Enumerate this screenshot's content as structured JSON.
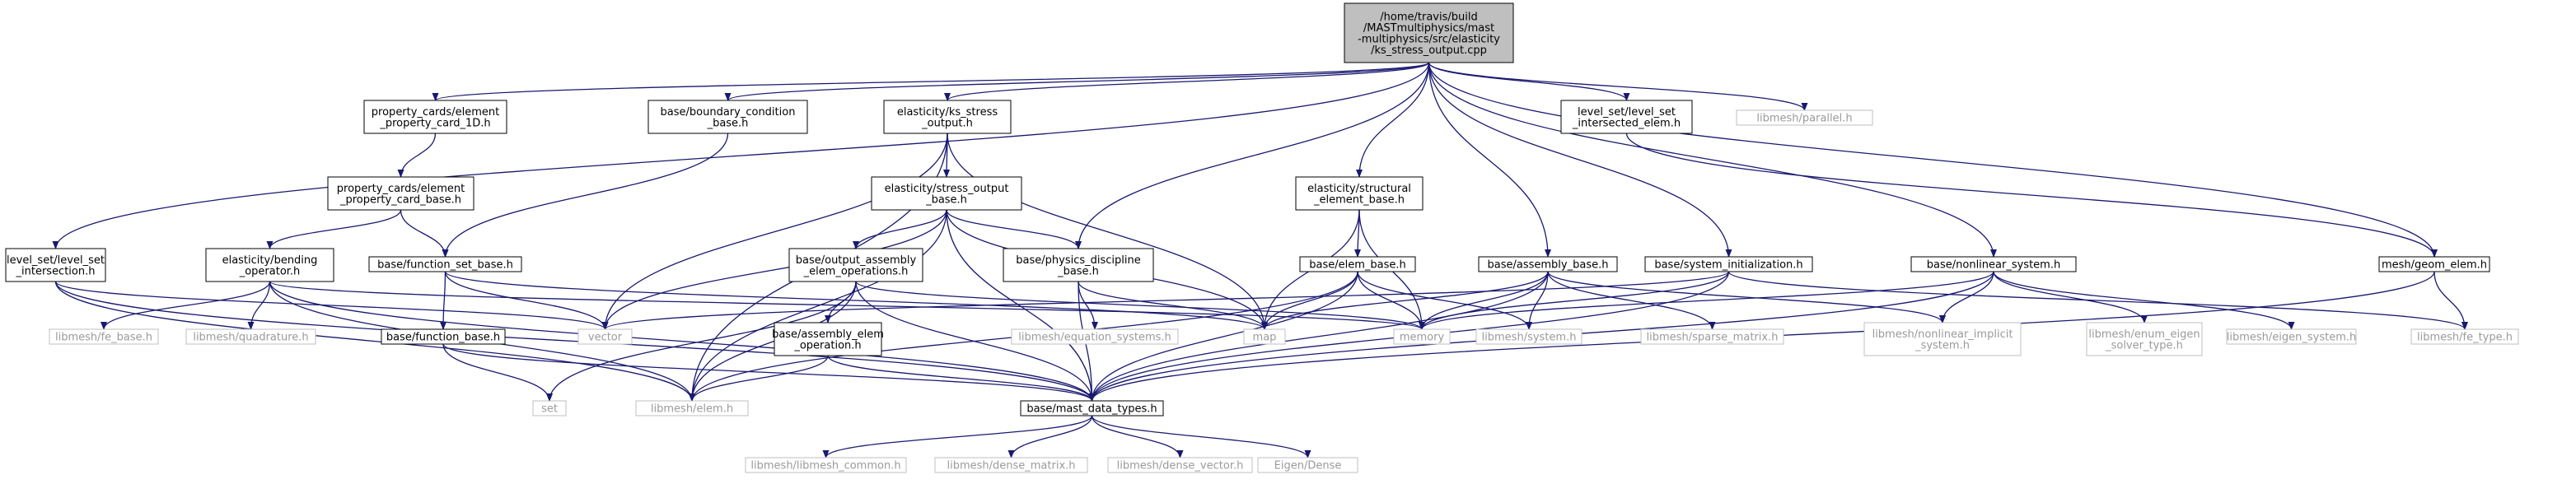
{
  "nodes": [
    {
      "id": "root",
      "lines": [
        "/home/travis/build",
        "/MASTmultiphysics/mast",
        "-multiphysics/src/elasticity",
        "/ks_stress_output.cpp"
      ],
      "type": "root"
    },
    {
      "id": "pc1d",
      "lines": [
        "property_cards/element",
        "_property_card_1D.h"
      ],
      "type": "internal"
    },
    {
      "id": "bcb",
      "lines": [
        "base/boundary_condition",
        "_base.h"
      ],
      "type": "internal"
    },
    {
      "id": "ks",
      "lines": [
        "elasticity/ks_stress",
        "_output.h"
      ],
      "type": "internal"
    },
    {
      "id": "lsie",
      "lines": [
        "level_set/level_set",
        "_intersected_elem.h"
      ],
      "type": "internal"
    },
    {
      "id": "parallel",
      "lines": [
        "libmesh/parallel.h"
      ],
      "type": "external"
    },
    {
      "id": "pcb",
      "lines": [
        "property_cards/element",
        "_property_card_base.h"
      ],
      "type": "internal"
    },
    {
      "id": "sob",
      "lines": [
        "elasticity/stress_output",
        "_base.h"
      ],
      "type": "internal"
    },
    {
      "id": "seb",
      "lines": [
        "elasticity/structural",
        "_element_base.h"
      ],
      "type": "internal"
    },
    {
      "id": "lsi",
      "lines": [
        "level_set/level_set",
        "_intersection.h"
      ],
      "type": "internal"
    },
    {
      "id": "bend",
      "lines": [
        "elasticity/bending",
        "_operator.h"
      ],
      "type": "internal"
    },
    {
      "id": "fsb",
      "lines": [
        "base/function_set_base.h"
      ],
      "type": "internal"
    },
    {
      "id": "oaeo",
      "lines": [
        "base/output_assembly",
        "_elem_operations.h"
      ],
      "type": "internal"
    },
    {
      "id": "pdb",
      "lines": [
        "base/physics_discipline",
        "_base.h"
      ],
      "type": "internal"
    },
    {
      "id": "eb",
      "lines": [
        "base/elem_base.h"
      ],
      "type": "internal"
    },
    {
      "id": "ab",
      "lines": [
        "base/assembly_base.h"
      ],
      "type": "internal"
    },
    {
      "id": "si",
      "lines": [
        "base/system_initialization.h"
      ],
      "type": "internal"
    },
    {
      "id": "ns",
      "lines": [
        "base/nonlinear_system.h"
      ],
      "type": "internal"
    },
    {
      "id": "ge",
      "lines": [
        "mesh/geom_elem.h"
      ],
      "type": "internal"
    },
    {
      "id": "fe_base",
      "lines": [
        "libmesh/fe_base.h"
      ],
      "type": "external"
    },
    {
      "id": "quad",
      "lines": [
        "libmesh/quadrature.h"
      ],
      "type": "external"
    },
    {
      "id": "fb",
      "lines": [
        "base/function_base.h"
      ],
      "type": "internal"
    },
    {
      "id": "vector",
      "lines": [
        "vector"
      ],
      "type": "external"
    },
    {
      "id": "aeo",
      "lines": [
        "base/assembly_elem",
        "_operation.h"
      ],
      "type": "internal"
    },
    {
      "id": "eqsys",
      "lines": [
        "libmesh/equation_systems.h"
      ],
      "type": "external"
    },
    {
      "id": "map",
      "lines": [
        "map"
      ],
      "type": "external"
    },
    {
      "id": "memory",
      "lines": [
        "memory"
      ],
      "type": "external"
    },
    {
      "id": "system",
      "lines": [
        "libmesh/system.h"
      ],
      "type": "external"
    },
    {
      "id": "sparse",
      "lines": [
        "libmesh/sparse_matrix.h"
      ],
      "type": "external"
    },
    {
      "id": "nlimp",
      "lines": [
        "libmesh/nonlinear_implicit",
        "_system.h"
      ],
      "type": "external"
    },
    {
      "id": "enum_eigen",
      "lines": [
        "libmesh/enum_eigen",
        "_solver_type.h"
      ],
      "type": "external"
    },
    {
      "id": "eigsys",
      "lines": [
        "libmesh/eigen_system.h"
      ],
      "type": "external"
    },
    {
      "id": "fetype",
      "lines": [
        "libmesh/fe_type.h"
      ],
      "type": "external"
    },
    {
      "id": "set",
      "lines": [
        "set"
      ],
      "type": "external"
    },
    {
      "id": "elem",
      "lines": [
        "libmesh/elem.h"
      ],
      "type": "external"
    },
    {
      "id": "mdt",
      "lines": [
        "base/mast_data_types.h"
      ],
      "type": "internal"
    },
    {
      "id": "common",
      "lines": [
        "libmesh/libmesh_common.h"
      ],
      "type": "external"
    },
    {
      "id": "dmat",
      "lines": [
        "libmesh/dense_matrix.h"
      ],
      "type": "external"
    },
    {
      "id": "dvec",
      "lines": [
        "libmesh/dense_vector.h"
      ],
      "type": "external"
    },
    {
      "id": "eigen",
      "lines": [
        "Eigen/Dense"
      ],
      "type": "external"
    }
  ],
  "edges": [
    [
      "root",
      "pc1d"
    ],
    [
      "root",
      "bcb"
    ],
    [
      "root",
      "ks"
    ],
    [
      "root",
      "lsie"
    ],
    [
      "root",
      "parallel"
    ],
    [
      "root",
      "lsi"
    ],
    [
      "root",
      "pdb"
    ],
    [
      "root",
      "seb"
    ],
    [
      "root",
      "ab"
    ],
    [
      "root",
      "si"
    ],
    [
      "root",
      "ns"
    ],
    [
      "root",
      "ge"
    ],
    [
      "pc1d",
      "pcb"
    ],
    [
      "pcb",
      "bend"
    ],
    [
      "pcb",
      "fsb"
    ],
    [
      "bcb",
      "fsb"
    ],
    [
      "ks",
      "sob"
    ],
    [
      "ks",
      "vector"
    ],
    [
      "ks",
      "map"
    ],
    [
      "ks",
      "elem"
    ],
    [
      "lsie",
      "ge"
    ],
    [
      "sob",
      "oaeo"
    ],
    [
      "sob",
      "pdb"
    ],
    [
      "sob",
      "vector"
    ],
    [
      "sob",
      "map"
    ],
    [
      "sob",
      "elem"
    ],
    [
      "sob",
      "mdt"
    ],
    [
      "seb",
      "eb"
    ],
    [
      "seb",
      "map"
    ],
    [
      "seb",
      "memory"
    ],
    [
      "lsi",
      "vector"
    ],
    [
      "lsi",
      "elem"
    ],
    [
      "lsi",
      "mdt"
    ],
    [
      "bend",
      "fe_base"
    ],
    [
      "bend",
      "quad"
    ],
    [
      "bend",
      "memory"
    ],
    [
      "bend",
      "elem"
    ],
    [
      "bend",
      "mdt"
    ],
    [
      "fsb",
      "fb"
    ],
    [
      "fsb",
      "vector"
    ],
    [
      "fsb",
      "map"
    ],
    [
      "fb",
      "set"
    ],
    [
      "fb",
      "mdt"
    ],
    [
      "oaeo",
      "aeo"
    ],
    [
      "oaeo",
      "memory"
    ],
    [
      "oaeo",
      "set"
    ],
    [
      "oaeo",
      "elem"
    ],
    [
      "oaeo",
      "mdt"
    ],
    [
      "aeo",
      "elem"
    ],
    [
      "aeo",
      "mdt"
    ],
    [
      "pdb",
      "eqsys"
    ],
    [
      "pdb",
      "map"
    ],
    [
      "pdb",
      "mdt"
    ],
    [
      "eb",
      "map"
    ],
    [
      "eb",
      "memory"
    ],
    [
      "eb",
      "system"
    ],
    [
      "eb",
      "elem"
    ],
    [
      "eb",
      "mdt"
    ],
    [
      "ab",
      "map"
    ],
    [
      "ab",
      "memory"
    ],
    [
      "ab",
      "system"
    ],
    [
      "ab",
      "sparse"
    ],
    [
      "ab",
      "nlimp"
    ],
    [
      "ab",
      "mdt"
    ],
    [
      "si",
      "vector"
    ],
    [
      "si",
      "memory"
    ],
    [
      "si",
      "fetype"
    ],
    [
      "si",
      "mdt"
    ],
    [
      "ns",
      "memory"
    ],
    [
      "ns",
      "nlimp"
    ],
    [
      "ns",
      "enum_eigen"
    ],
    [
      "ns",
      "eigsys"
    ],
    [
      "ns",
      "mdt"
    ],
    [
      "ge",
      "fetype"
    ],
    [
      "ge",
      "mdt"
    ],
    [
      "mdt",
      "common"
    ],
    [
      "mdt",
      "dmat"
    ],
    [
      "mdt",
      "dvec"
    ],
    [
      "mdt",
      "eigen"
    ]
  ]
}
